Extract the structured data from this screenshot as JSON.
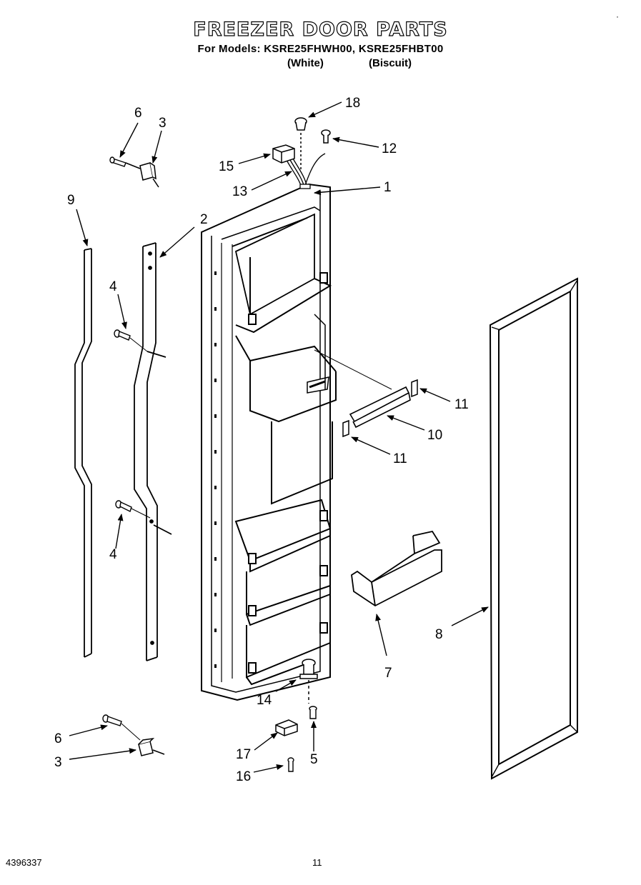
{
  "header": {
    "title": "FREEZER DOOR PARTS",
    "models_line": "For Models: KSRE25FHWH00, KSRE25FHBT00",
    "variant_white": "(White)",
    "variant_biscuit": "(Biscuit)"
  },
  "callouts": {
    "c1": "1",
    "c2": "2",
    "c3a": "3",
    "c3b": "3",
    "c4a": "4",
    "c4b": "4",
    "c5": "5",
    "c6a": "6",
    "c6b": "6",
    "c7": "7",
    "c8": "8",
    "c9": "9",
    "c10": "10",
    "c11a": "11",
    "c11b": "11",
    "c12": "12",
    "c13": "13",
    "c14": "14",
    "c15": "15",
    "c16": "16",
    "c17": "17",
    "c18": "18"
  },
  "footer": {
    "doc_number": "4396337",
    "page_number": "11",
    "corner_mark": "·"
  }
}
